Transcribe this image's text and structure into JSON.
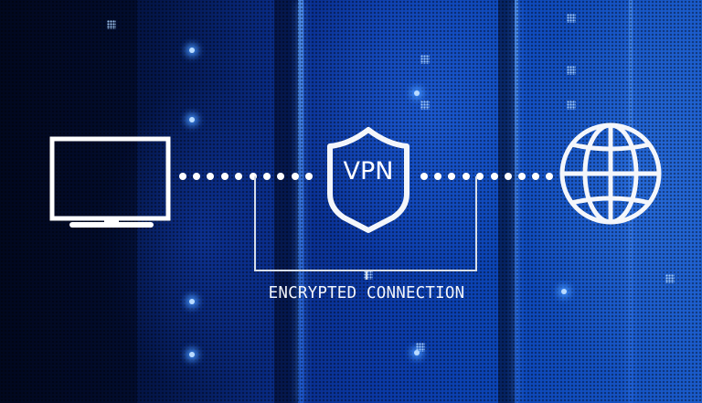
{
  "scene": {
    "description": "VPN concept illustration over server rack background",
    "background_colors": {
      "dark": "#031030",
      "mid": "#0a2f8f",
      "bright": "#1b5ccc"
    },
    "foreground_color": "#ffffff"
  },
  "nodes": [
    {
      "id": "device",
      "icon": "monitor-icon"
    },
    {
      "id": "vpn",
      "icon": "shield-icon",
      "label": "VPN"
    },
    {
      "id": "internet",
      "icon": "globe-icon"
    }
  ],
  "connections": {
    "left_dots": 10,
    "right_dots": 10,
    "style": "dotted"
  },
  "bracket": {
    "label": "ENCRYPTED CONNECTION"
  }
}
